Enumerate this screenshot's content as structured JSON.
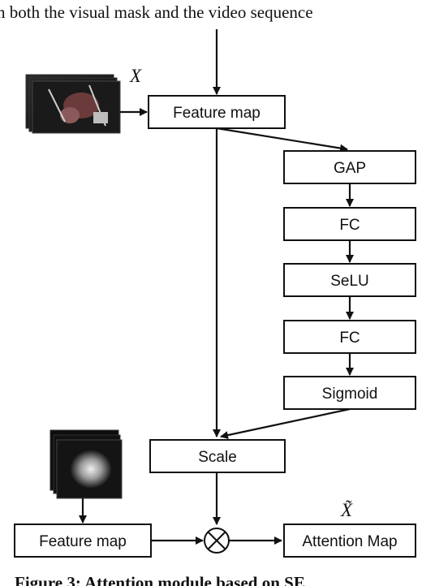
{
  "figure": {
    "top_text": "n both the visual mask and the video sequence",
    "caption": "Figure 3: Attention module based on SE",
    "input_symbol": "X",
    "output_symbol": "X̃",
    "multiply_symbol": "⊗"
  },
  "nodes": {
    "feature_map_top": "Feature map",
    "gap": "GAP",
    "fc1": "FC",
    "selu": "SeLU",
    "fc2": "FC",
    "sigmoid": "Sigmoid",
    "scale": "Scale",
    "feature_map_bottom": "Feature map",
    "attention_map": "Attention Map"
  },
  "colors": {
    "stroke": "#111111",
    "background": "#ffffff"
  }
}
